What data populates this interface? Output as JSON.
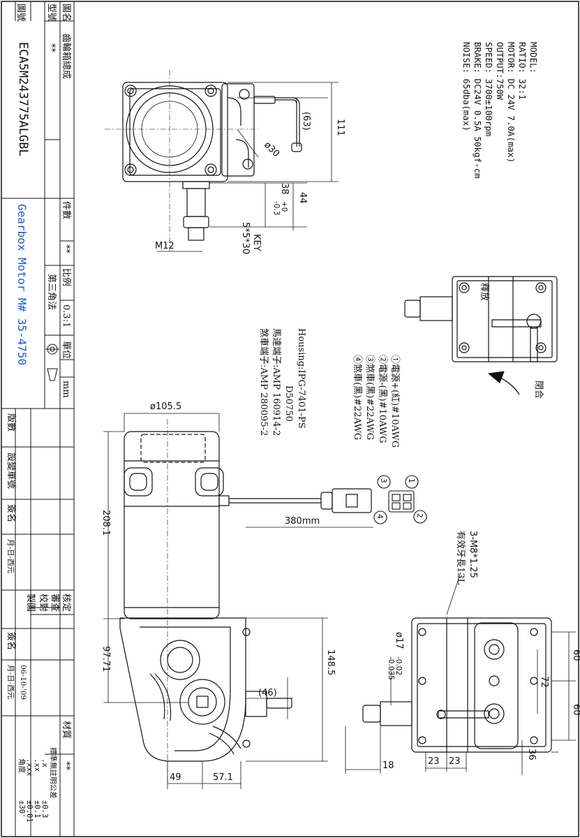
{
  "title_block": {
    "drawing_name_label": "圖名",
    "drawing_name_value": "齒輪箱總成",
    "model_label": "型號",
    "model_value": "**",
    "drawing_no_label": "圖號",
    "drawing_no_value": "ECA5M243775ALGBL",
    "product_name": "Gearbox Motor M# 35-4750",
    "qty_label": "件數",
    "qty_value": "**",
    "scale_label": "比例",
    "scale_value": "0.3:1",
    "projection_label": "第三角法",
    "unit_label": "單位",
    "unit_value": "mm",
    "rev_headers": [
      "版數",
      "設變單號",
      "簽名",
      "月-日-西元"
    ],
    "approval_roles": [
      "核定",
      "審查",
      "校對",
      "製圖"
    ],
    "sign_label": "簽名",
    "date_label": "月-日-西元",
    "date_value": "06-10-'09",
    "material_label": "材質",
    "material_value": "**",
    "tolerance_title": "標準無註明公差",
    "tolerances": [
      {
        "key": ".x",
        "value": "±0.3"
      },
      {
        "key": ".xx",
        "value": "±0.1"
      },
      {
        "key": ".xxx",
        "value": "±0.01"
      },
      {
        "key": "角度",
        "value": "±30'"
      }
    ]
  },
  "specs": [
    "MODEL:",
    "RATIO: 32:1",
    "MOTOR: DC 24V 7.0A(max)",
    "OUTPUT:750W",
    "SPEED: 3700±100rpm",
    "BRAKE: DC24V 0.5A 50kgf-cm",
    "NOISE: 65dba(max)"
  ],
  "wiring": [
    "①電源+(紅)#10AWG",
    "②電源-(黑)#10AWG",
    "③煞車(黑)#22AWG",
    "④煞車(黑)#22AWG"
  ],
  "housing": [
    "Housing:IPG-7401-PS",
    "D50750",
    "馬達端子:AMP 160914-2",
    "煞車端子:AMP 280095-2"
  ],
  "brake_release": "釋放",
  "brake_close": "閉合",
  "connector_pins": [
    "1",
    "2",
    "3",
    "4"
  ],
  "dimensions": {
    "d111": "111",
    "d63": "(63)",
    "d30": "ø30",
    "d44": "44",
    "d38": "38",
    "d38tol": "+0",
    "d38tol2": "-0.3",
    "key_label": "KEY",
    "key_value": "5*5*30",
    "m12": "M12",
    "d105": "ø105.5",
    "d208": "208.1",
    "d380": "380mm",
    "d97": "97.71",
    "d148": "148.5",
    "d46": "(46)",
    "d49": "49",
    "d57": "57.1",
    "thread": "3-M8*1.25",
    "thread_len": "有效牙長13L",
    "d17": "ø17",
    "d17tol": "-0.02",
    "d17tol2": "-0.035",
    "d60a": "60",
    "d60b": "60",
    "d72": "72",
    "d36": "36",
    "d18": "18",
    "d23a": "23",
    "d23b": "23"
  }
}
